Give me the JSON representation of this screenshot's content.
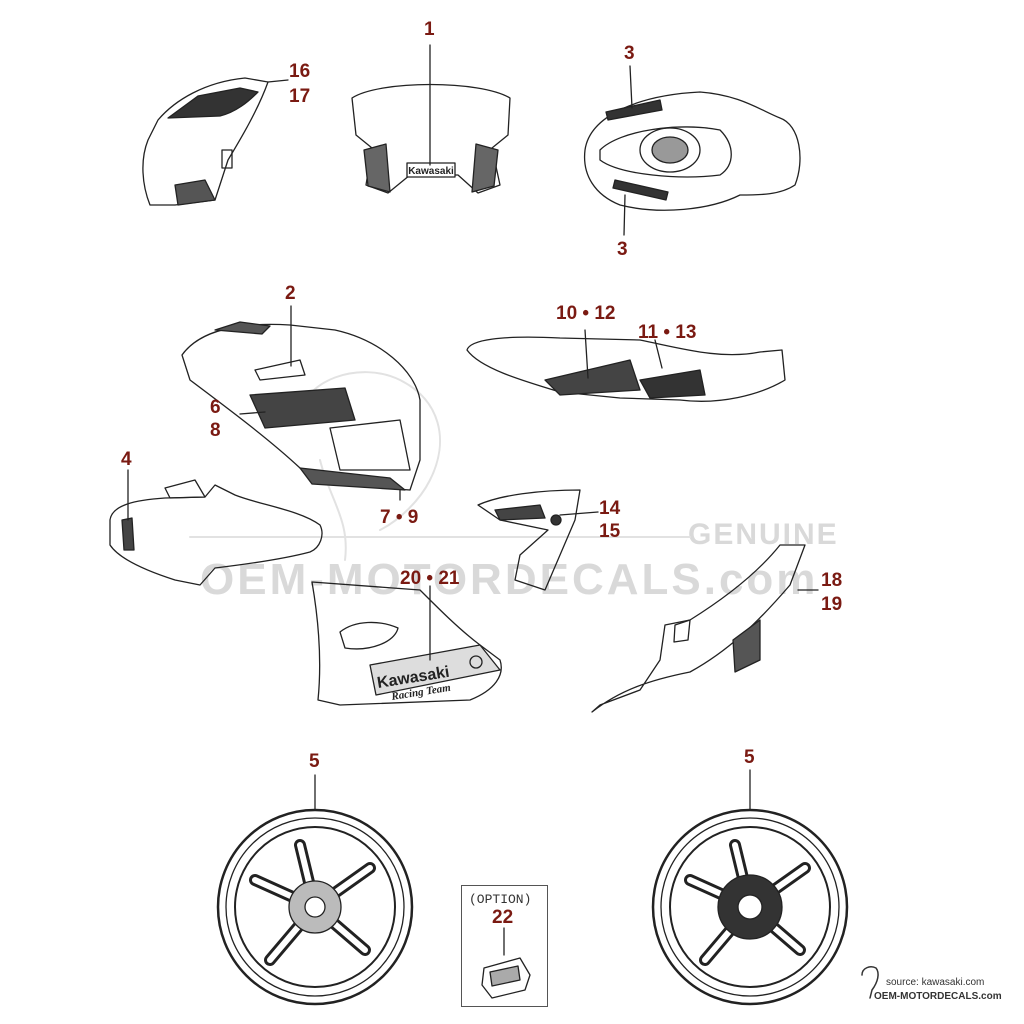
{
  "callouts": {
    "c1": "1",
    "c2": "2",
    "c3a": "3",
    "c3b": "3",
    "c4": "4",
    "c5a": "5",
    "c5b": "5",
    "c6": "6",
    "c8": "8",
    "c7_9": "7 • 9",
    "c10_12": "10 • 12",
    "c11_13": "11 • 13",
    "c14": "14",
    "c15": "15",
    "c16": "16",
    "c17": "17",
    "c18": "18",
    "c19": "19",
    "c20_21": "20 • 21",
    "c22": "22"
  },
  "option_label": "(OPTION)",
  "decals": {
    "windshield": "Kawasaki",
    "lower_fairing_line1": "Kawasaki",
    "lower_fairing_line2": "Racing Team"
  },
  "watermark": {
    "genuine": "GENUINE",
    "site": "OEM-MOTORDECALS.com"
  },
  "source": {
    "line1": "source: kawasaki.com",
    "line2": "OEM-MOTORDECALS.com"
  },
  "colors": {
    "callout": "#7a1a12",
    "line": "#222222",
    "watermark": "#d9d9d9"
  }
}
